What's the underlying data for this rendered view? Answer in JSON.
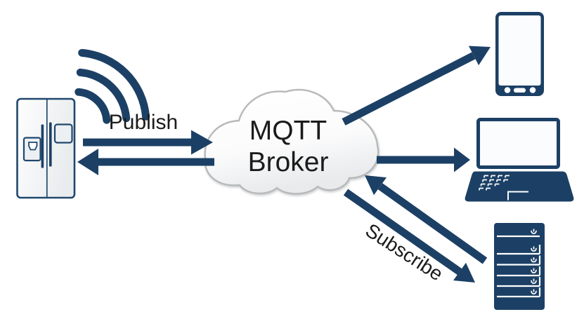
{
  "labels": {
    "publish": "Publish",
    "subscribe": "Subscribe",
    "broker_line1": "MQTT",
    "broker_line2": "Broker"
  },
  "nodes": {
    "publisher_device": "smart-refrigerator",
    "broker": "MQTT Broker",
    "subscriber_devices": [
      "smartphone",
      "laptop",
      "server"
    ]
  },
  "icons": {
    "publisher": "refrigerator-icon",
    "signal": "wifi-signal-icon",
    "broker": "cloud-shape",
    "subscriber_top": "smartphone-icon",
    "subscriber_middle": "laptop-icon",
    "subscriber_bottom": "server-icon"
  },
  "colors": {
    "navy": "#1c4065",
    "fridge_stroke": "#20486e",
    "cloud_stroke": "#b7b9ba",
    "cloud_fill_top": "#ffffff",
    "cloud_fill_bottom": "#e8eaeb",
    "device_fill_top": "#fefefe",
    "device_fill_bottom": "#e9ecee",
    "panel_fill": "#edf0f3",
    "screen_fill": "#fafcfd",
    "label_text": "#1b1b1b",
    "background": "#ffffff"
  }
}
